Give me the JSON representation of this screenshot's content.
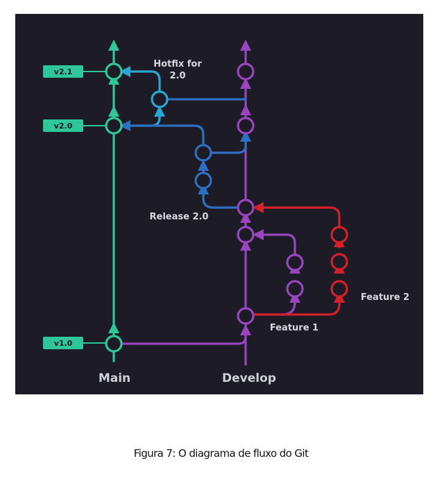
{
  "diagram": {
    "colors": {
      "background": "#1c1b26",
      "main": "#2fc79a",
      "develop": "#9a45c0",
      "hotfix": "#2aa6d4",
      "release": "#2e6fc4",
      "feature": "#d4202a",
      "tag": "#2fc79a",
      "text": "#d7d7dd"
    },
    "tags": {
      "v21": "v2.1",
      "v20": "v2.0",
      "v10": "v1.0"
    },
    "labels": {
      "hotfix_line1": "Hotfix for",
      "hotfix_line2": "2.0",
      "release": "Release 2.0",
      "feature1": "Feature 1",
      "feature2": "Feature 2",
      "main": "Main",
      "develop": "Develop"
    }
  },
  "caption": "Figura 7: O diagrama de fluxo do Git"
}
